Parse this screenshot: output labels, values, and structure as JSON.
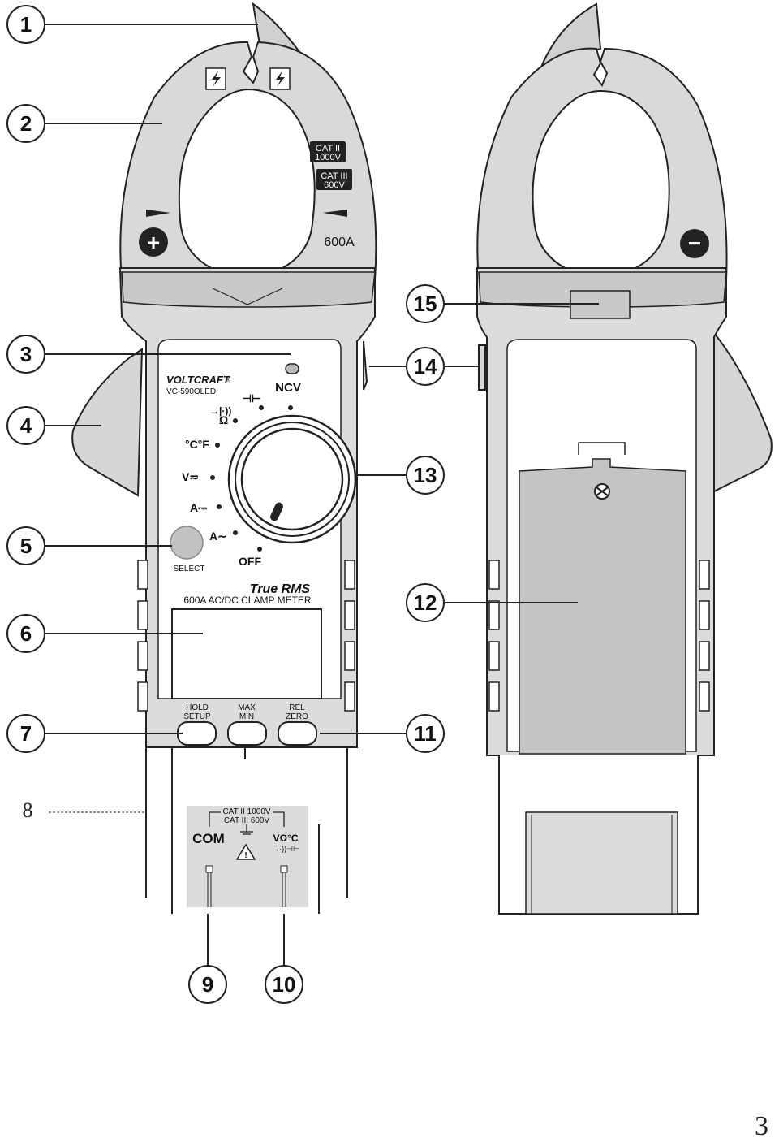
{
  "callouts": [
    "1",
    "2",
    "3",
    "4",
    "5",
    "6",
    "7",
    "8",
    "9",
    "10",
    "11",
    "12",
    "13",
    "14",
    "15"
  ],
  "jaw": {
    "cat_ii": "CAT II",
    "cat_ii_v": "1000V",
    "cat_iii": "CAT III",
    "cat_iii_v": "600V",
    "current": "600A",
    "plus_sign": "+",
    "minus_sign": "−"
  },
  "brand": {
    "name": "VOLTCRAFT",
    "reg": "®",
    "model": "VC-590OLED"
  },
  "dial": {
    "ncv": "NCV",
    "cap": "⊣⊢",
    "diode": "→|·))",
    "ohm": "Ω",
    "temp": "°C°F",
    "vac": "V≂",
    "adc": "A⎓",
    "aac": "A∼",
    "off": "OFF"
  },
  "select_label": "SELECT",
  "title": {
    "line1": "True RMS",
    "line2": "600A AC/DC CLAMP METER"
  },
  "buttons": [
    {
      "top": "HOLD",
      "bottom": "SETUP"
    },
    {
      "top": "MAX",
      "bottom": "MIN"
    },
    {
      "top": "REL",
      "bottom": "ZERO"
    }
  ],
  "terminals": {
    "cat_ii": "CAT II 1000V",
    "cat_iii": "CAT III 600V",
    "com": "COM",
    "vohm": "VΩ°C",
    "vsub": "→·))⊣⊢"
  },
  "page_number": "3"
}
